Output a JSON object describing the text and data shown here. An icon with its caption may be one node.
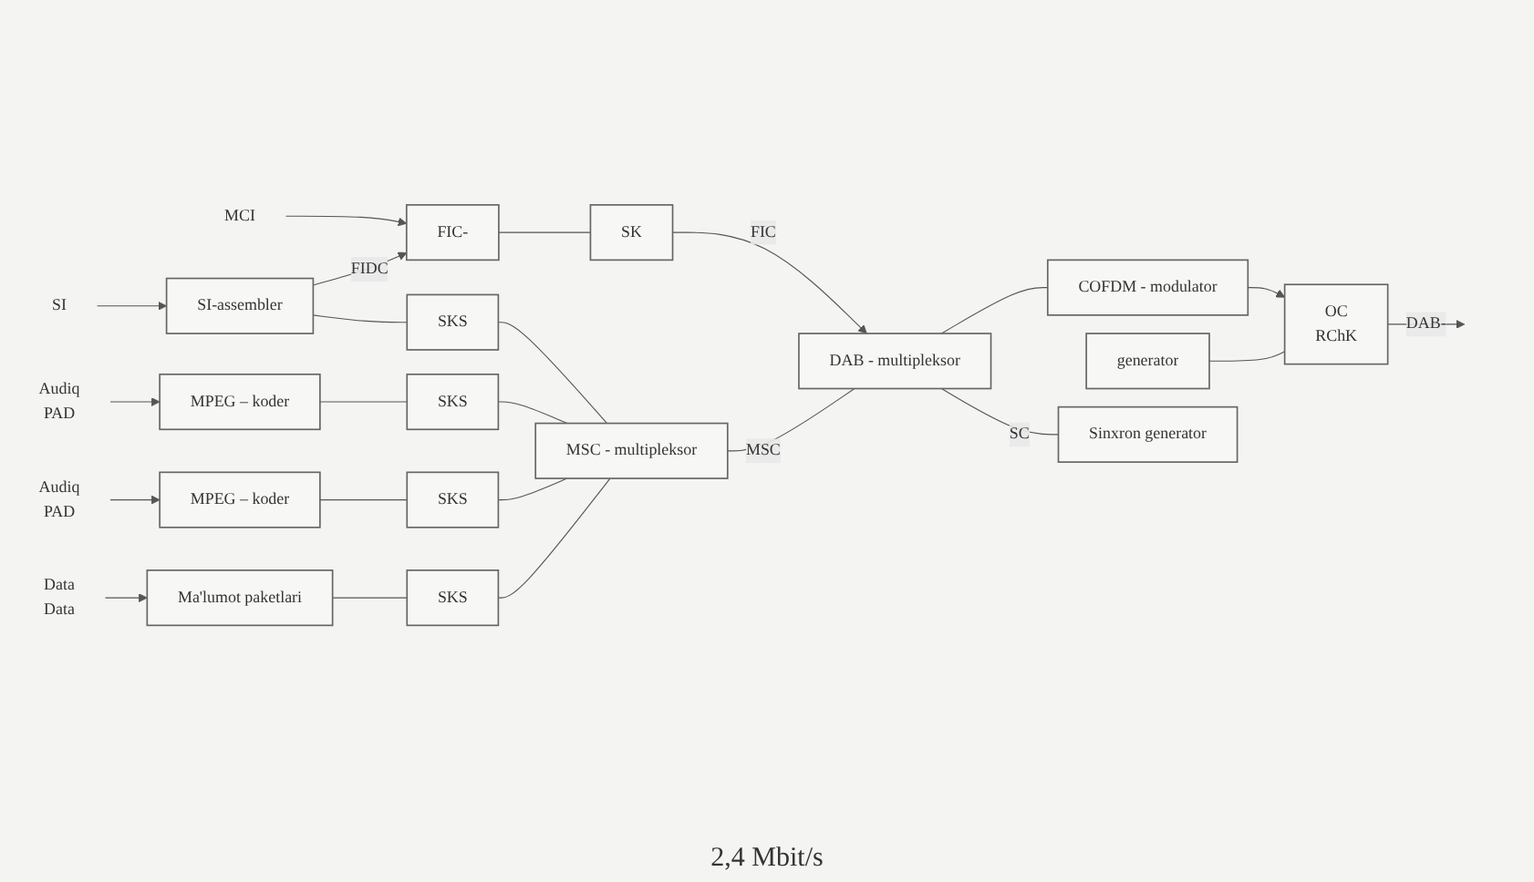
{
  "diagram": {
    "nodes": [
      {
        "text": [
          "MCI"
        ]
      },
      {
        "text": [
          "FIC-"
        ]
      },
      {
        "text": [
          "SK"
        ]
      },
      {
        "text": [
          "SI"
        ]
      },
      {
        "text": [
          "SI-assembler"
        ]
      },
      {
        "text": [
          "SKS"
        ]
      },
      {
        "text": [
          "Audiq",
          "PAD"
        ]
      },
      {
        "text": [
          "MPEG – koder"
        ]
      },
      {
        "text": [
          "SKS"
        ]
      },
      {
        "text": [
          "Audiq",
          "PAD"
        ]
      },
      {
        "text": [
          "MPEG – koder"
        ]
      },
      {
        "text": [
          "SKS"
        ]
      },
      {
        "text": [
          "Data",
          "Data"
        ]
      },
      {
        "text": [
          "Ma'lumot paketlari"
        ]
      },
      {
        "text": [
          "SKS"
        ]
      },
      {
        "text": [
          "MSC - multipleksor"
        ]
      },
      {
        "text": [
          "DAB - multipleksor"
        ]
      },
      {
        "text": [
          "COFDM - modulator"
        ]
      },
      {
        "text": [
          "OC",
          "RChK"
        ]
      },
      {
        "text": [
          "generator"
        ]
      },
      {
        "text": [
          "Sinxron generator"
        ]
      }
    ],
    "edges": [
      {
        "from": 0,
        "to": 1,
        "arrow": "to"
      },
      {
        "from": 4,
        "to": 1,
        "arrow": "to",
        "label": "FIDC"
      },
      {
        "from": 1,
        "to": 2,
        "arrow": "none"
      },
      {
        "from": 2,
        "to": 16,
        "arrow": "to",
        "label": "FIC"
      },
      {
        "from": 3,
        "to": 4,
        "arrow": "to"
      },
      {
        "from": 4,
        "to": 5,
        "arrow": "none"
      },
      {
        "from": 5,
        "to": 15,
        "arrow": "none"
      },
      {
        "from": 6,
        "to": 7,
        "arrow": "to"
      },
      {
        "from": 7,
        "to": 8,
        "arrow": "none"
      },
      {
        "from": 8,
        "to": 15,
        "arrow": "none"
      },
      {
        "from": 9,
        "to": 10,
        "arrow": "to"
      },
      {
        "from": 10,
        "to": 11,
        "arrow": "none"
      },
      {
        "from": 11,
        "to": 15,
        "arrow": "none"
      },
      {
        "from": 12,
        "to": 13,
        "arrow": "to"
      },
      {
        "from": 13,
        "to": 14,
        "arrow": "none"
      },
      {
        "from": 14,
        "to": 15,
        "arrow": "none"
      },
      {
        "from": 15,
        "to": 16,
        "arrow": "none",
        "label": "MSC"
      },
      {
        "from": 16,
        "to": 17,
        "arrow": "none"
      },
      {
        "from": 17,
        "to": 18,
        "arrow": "to"
      },
      {
        "from": 18,
        "to": null,
        "arrow": "to",
        "label": "DAB-"
      },
      {
        "from": 19,
        "to": 18,
        "arrow": "none"
      },
      {
        "from": 16,
        "to": 20,
        "arrow": "none",
        "label": "SC"
      }
    ],
    "labels": [
      "2,4 Mbit/s"
    ]
  }
}
